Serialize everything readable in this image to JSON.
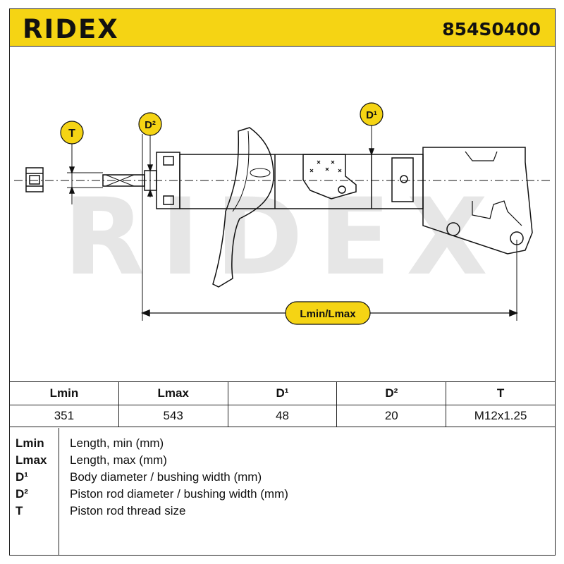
{
  "header": {
    "brand": "RIDEX",
    "part_number": "854S0400",
    "accent_color": "#f5d414"
  },
  "watermark": "RIDEX",
  "diagram": {
    "labels": {
      "t": "T",
      "d2": "D²",
      "d1": "D¹",
      "length": "Lmin/Lmax"
    },
    "badge_color": "#f5d414"
  },
  "table": {
    "headers": [
      "Lmin",
      "Lmax",
      "D¹",
      "D²",
      "T"
    ],
    "values": [
      "351",
      "543",
      "48",
      "20",
      "M12x1.25"
    ]
  },
  "legend": [
    {
      "key": "Lmin",
      "desc": "Length, min (mm)"
    },
    {
      "key": "Lmax",
      "desc": "Length, max (mm)"
    },
    {
      "key": "D¹",
      "desc": "Body diameter / bushing width (mm)"
    },
    {
      "key": "D²",
      "desc": "Piston rod diameter / bushing width (mm)"
    },
    {
      "key": "T",
      "desc": "Piston rod thread size"
    }
  ]
}
